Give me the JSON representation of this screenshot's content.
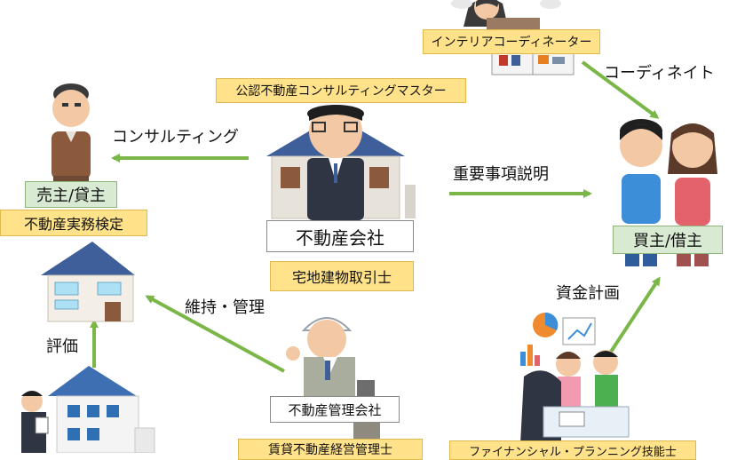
{
  "colors": {
    "arrow": "#7ab648",
    "label_yellow": "#ffe28a",
    "label_green": "#d9ead3",
    "roof_blue": "#3e5f99",
    "suit_dark": "#2f3542"
  },
  "roles": {
    "interior_coordinator": "インテリアコーディネーター",
    "consulting_master": "公認不動産コンサルティングマスター",
    "seller": "売主/貸主",
    "real_estate_practice_test": "不動産実務検定",
    "real_estate_company": "不動産会社",
    "takken": "宅地建物取引士",
    "buyer": "買主/借主",
    "management_company": "不動産管理会社",
    "rental_manager": "賃貸不動産経営管理士",
    "financial_planner": "ファイナンシャル・プランニング技能士"
  },
  "actions": {
    "coordinate": "コーディネイト",
    "consulting": "コンサルティング",
    "explanation": "重要事項説明",
    "fund_plan": "資金計画",
    "maintenance": "維持・管理",
    "valuation": "評価"
  },
  "icons": [
    "interior-coordinator-figure",
    "seller-figure",
    "realtor-with-house",
    "buyer-couple",
    "house-icon",
    "building-icon",
    "appraiser-figure",
    "manager-figure",
    "fp-consultation-figure"
  ]
}
